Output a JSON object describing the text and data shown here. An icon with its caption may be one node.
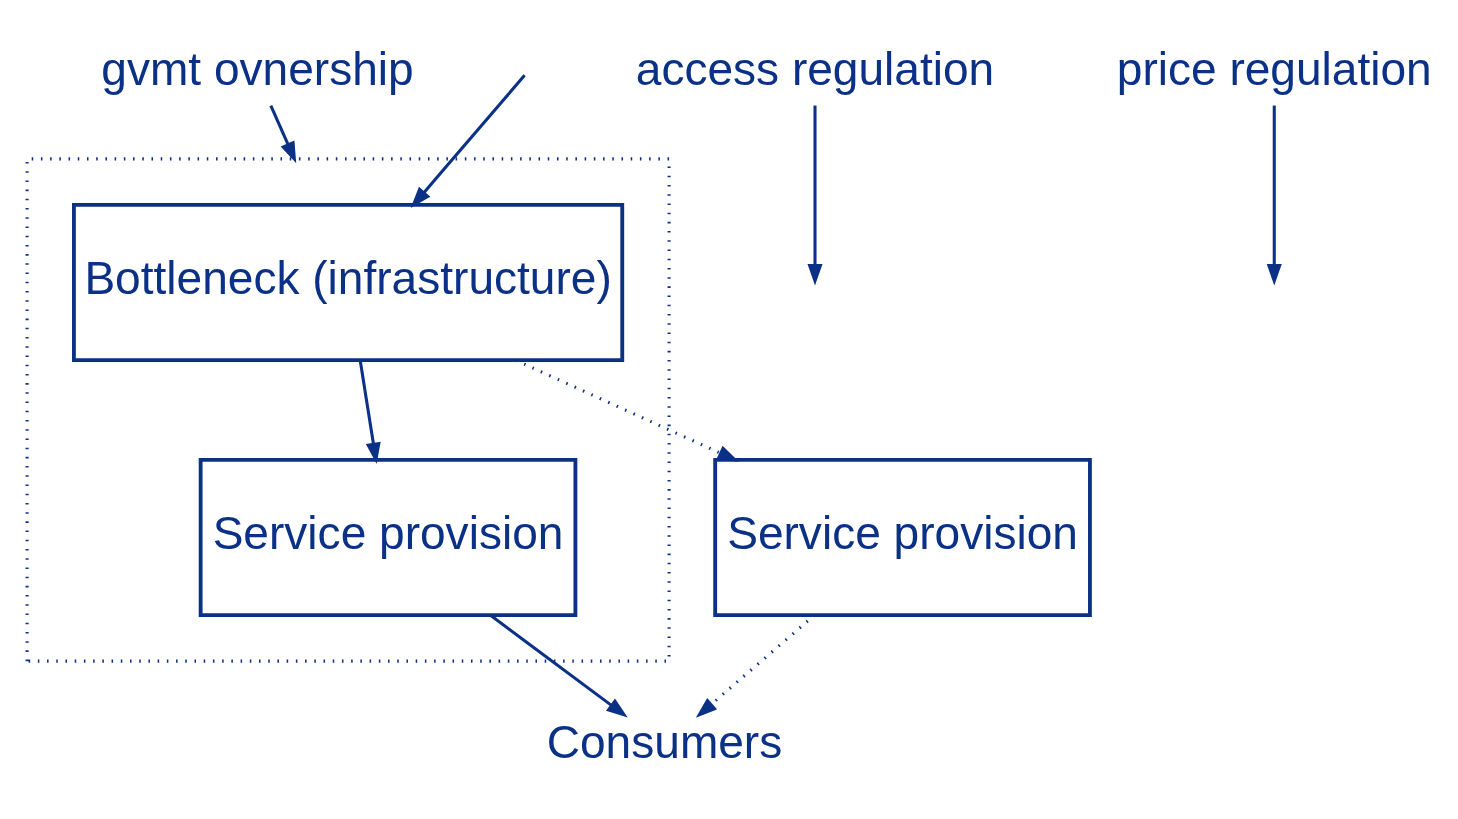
{
  "diagram": {
    "nodes": [
      {
        "text": [],
        "shape": "box"
      },
      {
        "text": [
          "Bottleneck (infrastructure)"
        ],
        "in": 0
      },
      {
        "text": [
          "Service provision"
        ],
        "in": 0
      },
      {
        "text": [
          "Service provision"
        ]
      },
      {
        "text": [
          "gvmt ovnership"
        ]
      },
      {
        "text": [
          "access regulation"
        ]
      },
      {
        "text": [
          "price regulation"
        ]
      },
      {
        "text": [
          "Consumers"
        ]
      }
    ],
    "edges": [
      {
        "from": null,
        "to": 1,
        "arrow": "to"
      },
      {
        "from": 1,
        "to": 2,
        "arrow": "to"
      },
      {
        "from": 1,
        "to": 3,
        "arrow": "to",
        "style": "dashed"
      },
      {
        "from": 2,
        "to": 7,
        "arrow": "to"
      },
      {
        "from": 3,
        "to": 7,
        "arrow": "to",
        "style": "dashed"
      },
      {
        "from": 4,
        "to": 0,
        "arrow": "to"
      },
      {
        "from": 5,
        "to": null,
        "arrow": "to"
      },
      {
        "from": 6,
        "to": null,
        "arrow": "to"
      }
    ]
  }
}
